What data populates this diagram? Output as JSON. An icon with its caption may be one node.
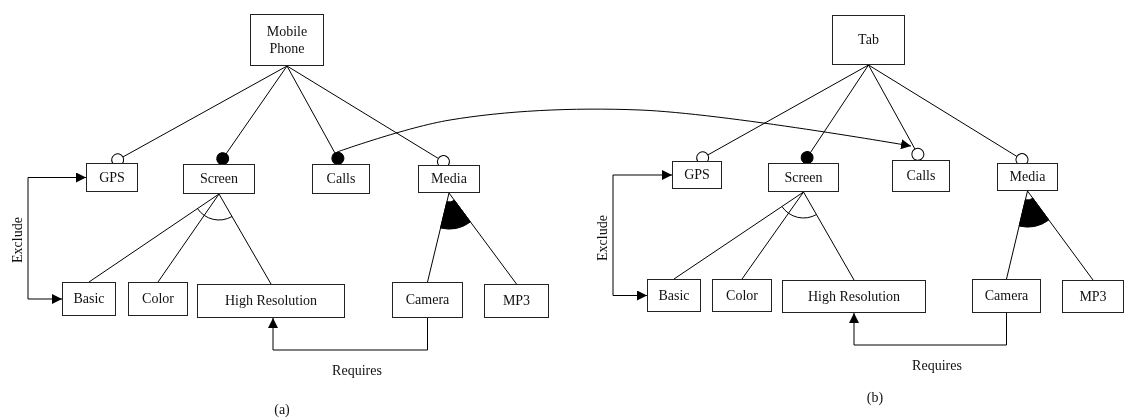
{
  "diagram": {
    "nodes": [
      {
        "text": [
          "Mobile Phone"
        ]
      },
      {
        "text": [
          "GPS"
        ]
      },
      {
        "text": [
          "Screen"
        ]
      },
      {
        "text": [
          "Calls"
        ]
      },
      {
        "text": [
          "Media"
        ]
      },
      {
        "text": [
          "Basic"
        ]
      },
      {
        "text": [
          "Color"
        ]
      },
      {
        "text": [
          "High Resolution"
        ]
      },
      {
        "text": [
          "Camera"
        ]
      },
      {
        "text": [
          "MP3"
        ]
      },
      {
        "text": [
          "Tab"
        ]
      },
      {
        "text": [
          "GPS"
        ]
      },
      {
        "text": [
          "Screen"
        ]
      },
      {
        "text": [
          "Calls"
        ]
      },
      {
        "text": [
          "Media"
        ]
      },
      {
        "text": [
          "Basic"
        ]
      },
      {
        "text": [
          "Color"
        ]
      },
      {
        "text": [
          "High Resolution"
        ]
      },
      {
        "text": [
          "Camera"
        ]
      },
      {
        "text": [
          "MP3"
        ]
      }
    ],
    "edges": [
      {
        "from": 0,
        "to": 1,
        "arrow": "other"
      },
      {
        "from": 0,
        "to": 2,
        "arrow": "other"
      },
      {
        "from": 0,
        "to": 3,
        "arrow": "other"
      },
      {
        "from": 0,
        "to": 4,
        "arrow": "other"
      },
      {
        "from": 2,
        "to": 5,
        "arrow": "none"
      },
      {
        "from": 2,
        "to": 6,
        "arrow": "none"
      },
      {
        "from": 2,
        "to": 7,
        "arrow": "none"
      },
      {
        "from": 4,
        "to": 8,
        "arrow": "none"
      },
      {
        "from": 4,
        "to": 9,
        "arrow": "none"
      },
      {
        "from": 5,
        "to": 1,
        "arrow": "both",
        "label": "Exclude"
      },
      {
        "from": 8,
        "to": 7,
        "arrow": "to",
        "label": "Requires"
      },
      {
        "from": 10,
        "to": 11,
        "arrow": "other"
      },
      {
        "from": 10,
        "to": 12,
        "arrow": "other"
      },
      {
        "from": 10,
        "to": 13,
        "arrow": "other"
      },
      {
        "from": 10,
        "to": 14,
        "arrow": "other"
      },
      {
        "from": 12,
        "to": 15,
        "arrow": "none"
      },
      {
        "from": 12,
        "to": 16,
        "arrow": "none"
      },
      {
        "from": 12,
        "to": 17,
        "arrow": "none"
      },
      {
        "from": 14,
        "to": 18,
        "arrow": "none"
      },
      {
        "from": 14,
        "to": 19,
        "arrow": "none"
      },
      {
        "from": 15,
        "to": 11,
        "arrow": "both",
        "label": "Exclude"
      },
      {
        "from": 18,
        "to": 17,
        "arrow": "to",
        "label": "Requires"
      },
      {
        "from": 3,
        "to": 13,
        "arrow": "to"
      }
    ],
    "labels": [
      "(a)",
      "(b)"
    ]
  }
}
